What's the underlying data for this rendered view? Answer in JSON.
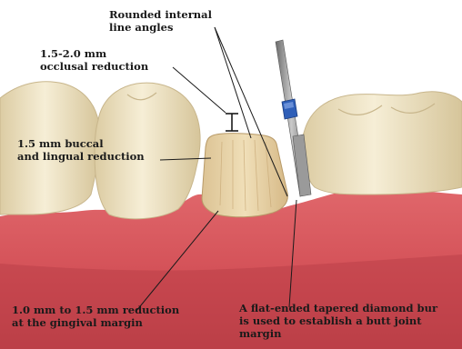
{
  "labels": {
    "rounded_angles": [
      "Rounded internal",
      "line angles"
    ],
    "occlusal_reduction": [
      "1.5-2.0 mm",
      "occlusal reduction"
    ],
    "buccal_lingual_reduction": [
      "1.5 mm buccal",
      "and lingual reduction"
    ],
    "gingival_margin_reduction": [
      "1.0 mm to 1.5 mm reduction",
      "at the gingival margin"
    ],
    "diamond_bur": [
      "A flat-ended tapered diamond bur",
      "is used to establish a butt joint",
      "margin"
    ]
  },
  "colors": {
    "gum": "#d9545a",
    "gum_dark": "#b83840",
    "tooth": "#f1e6c8",
    "tooth_shadow": "#d8c79f",
    "prepared_tooth": "#e9d3a8",
    "bur_shaft": "#8f8f8f",
    "bur_band": "#2f5fb8",
    "leader_line": "#1a1a1a"
  }
}
